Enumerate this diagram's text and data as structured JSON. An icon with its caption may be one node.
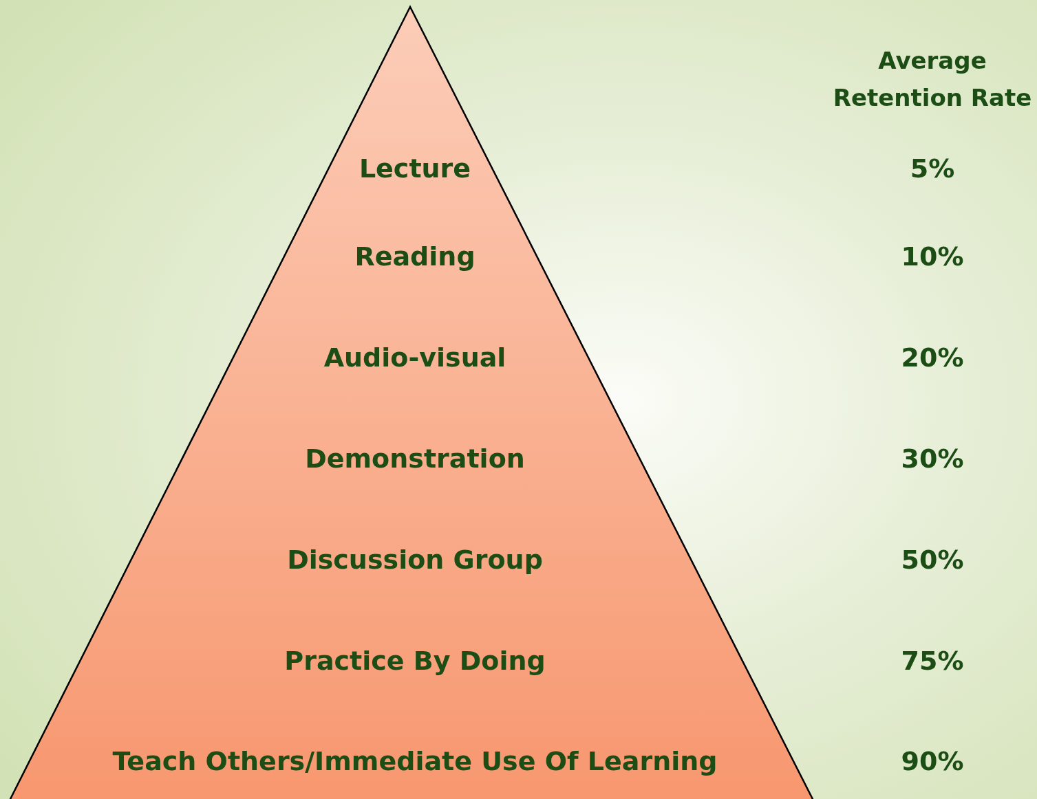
{
  "diagram": {
    "nodes": [
      {
        "text": [
          "Lecture",
          "Reading",
          "Audio-visual",
          "Demonstration",
          "Discussion Group",
          "Practice By Doing",
          "Teach Others/Immediate Use Of Learning"
        ]
      }
    ],
    "edges": [],
    "labels": [
      "Average Retention Rate",
      "5%",
      "10%",
      "20%",
      "30%",
      "50%",
      "75%",
      "90%"
    ]
  }
}
